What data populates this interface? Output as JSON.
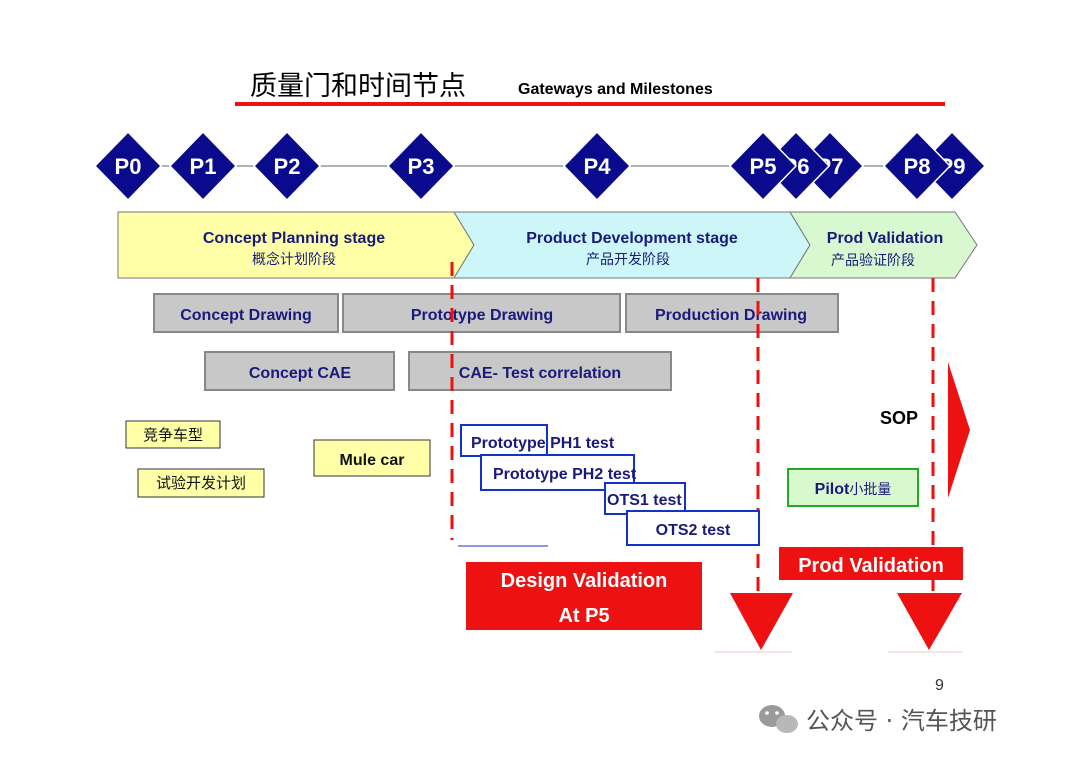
{
  "title": {
    "cn": "质量门和时间节点",
    "en": "Gateways and Milestones"
  },
  "milestones": [
    "P0",
    "P1",
    "P2",
    "P3",
    "P4",
    "P5",
    "P6",
    "P7",
    "P8",
    "P9"
  ],
  "stages": [
    {
      "en": "Concept Planning stage",
      "cn": "概念计划阶段",
      "color": "#ffffa8"
    },
    {
      "en": "Product Development  stage",
      "cn": "产品开发阶段",
      "color": "#ccf6f8"
    },
    {
      "en": "Prod Validation",
      "cn": "产品验证阶段",
      "color": "#d8f8d0"
    }
  ],
  "drawings": [
    "Concept Drawing",
    "Prototype Drawing",
    "Production Drawing"
  ],
  "cae": [
    "Concept CAE",
    "CAE- Test correlation"
  ],
  "notes": {
    "competitor": "竞争车型",
    "test_plan": "试验开发计划",
    "mule": "Mule car"
  },
  "tests": [
    "Prototype PH1 test",
    "Prototype PH2 test",
    "OTS1 test",
    "OTS2 test"
  ],
  "pilot": {
    "en": "Pilot",
    "cn": "小批量"
  },
  "sop": "SOP",
  "design_validation": {
    "line1": "Design Validation",
    "line2": "At P5"
  },
  "prod_validation": "Prod Validation",
  "page_number": "9",
  "watermark": "公众号 · 汽车技研",
  "colors": {
    "milestone": "#0a0a8c",
    "red": "#ee1111",
    "gray": "#c8c8c8",
    "test_border": "#1133cc"
  }
}
